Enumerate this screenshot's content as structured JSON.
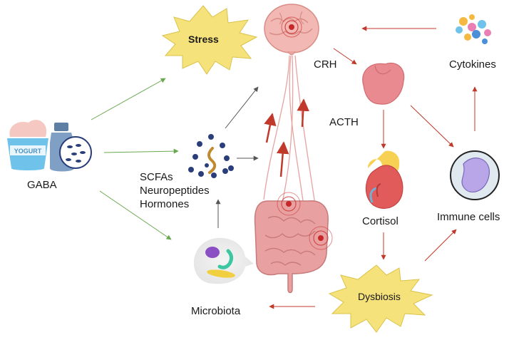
{
  "labels": {
    "stress": "Stress",
    "crh": "CRH",
    "cytokines": "Cytokines",
    "acth": "ACTH",
    "gaba": "GABA",
    "scfas": "SCFAs",
    "neuropeptides": "Neuropeptides",
    "hormones": "Hormones",
    "cortisol": "Cortisol",
    "immune_cells": "Immune cells",
    "dysbiosis": "Dysbiosis",
    "microbiota": "Microbiota",
    "yogurt": "YOGURT"
  },
  "colors": {
    "green_arrow": "#6aa84f",
    "red_arrow": "#c0392b",
    "gray_arrow": "#555555",
    "starburst": "#f6e27a",
    "gut": "#e8a0a0",
    "brain": "#f2b8b4",
    "target": "#c62828",
    "pituitary": "#e88a8f",
    "kidney": "#e25b5b",
    "adrenal": "#f7d154",
    "cell_outer": "#dfe9ef",
    "cell_nucleus": "#b9a6e8",
    "molecule": "#2a3f7a",
    "yogurt_cup": "#6fc3ea",
    "cream": "#f5c8c1",
    "bottle": "#5e7fa3"
  },
  "icons": [
    "brain-icon",
    "pituitary-icon",
    "kidney-icon",
    "immune-cell-icon",
    "cytokines-icon",
    "yogurt-icon",
    "bottle-icon",
    "molecules-icon",
    "microbiota-icon",
    "gut-icon"
  ]
}
